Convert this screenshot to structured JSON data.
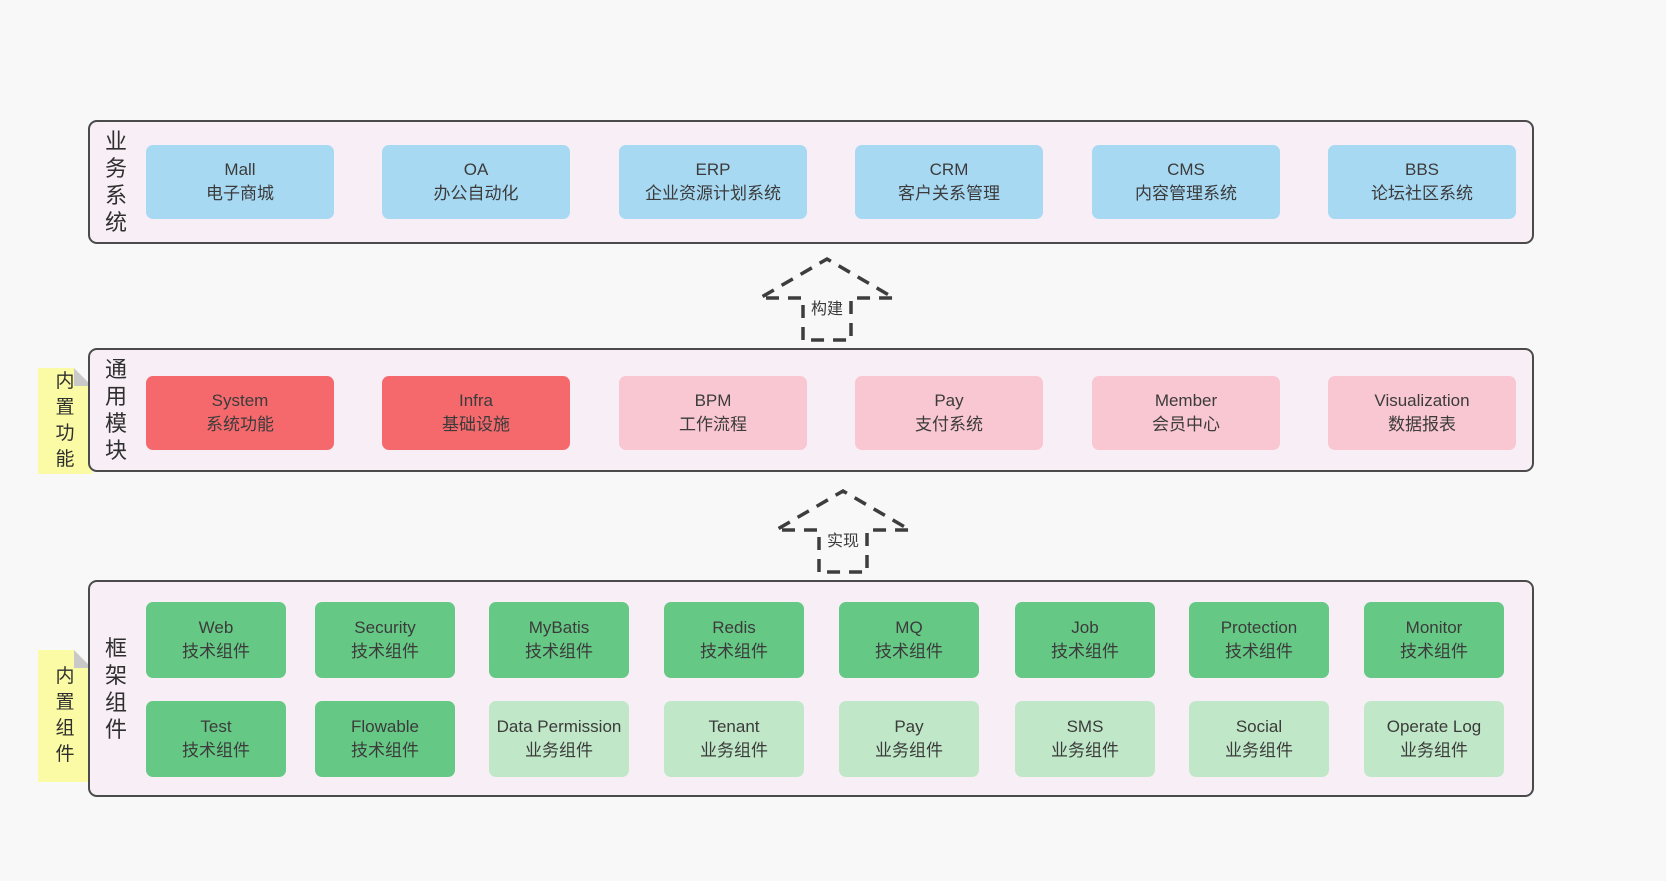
{
  "diagram": {
    "arrows": {
      "build": {
        "label": "构建"
      },
      "implement": {
        "label": "实现"
      }
    },
    "layers": {
      "business": {
        "side_label": "业务系统",
        "boxes": [
          {
            "title": "Mall",
            "subtitle": "电子商城"
          },
          {
            "title": "OA",
            "subtitle": "办公自动化"
          },
          {
            "title": "ERP",
            "subtitle": "企业资源计划系统"
          },
          {
            "title": "CRM",
            "subtitle": "客户关系管理"
          },
          {
            "title": "CMS",
            "subtitle": "内容管理系统"
          },
          {
            "title": "BBS",
            "subtitle": "论坛社区系统"
          }
        ]
      },
      "modules": {
        "side_label": "通用模块",
        "sticky_note": "内置功能",
        "boxes": [
          {
            "title": "System",
            "subtitle": "系统功能"
          },
          {
            "title": "Infra",
            "subtitle": "基础设施"
          },
          {
            "title": "BPM",
            "subtitle": "工作流程"
          },
          {
            "title": "Pay",
            "subtitle": "支付系统"
          },
          {
            "title": "Member",
            "subtitle": "会员中心"
          },
          {
            "title": "Visualization",
            "subtitle": "数据报表"
          }
        ]
      },
      "framework": {
        "side_label": "框架组件",
        "sticky_note": "内置组件",
        "row1": [
          {
            "title": "Web",
            "subtitle": "技术组件"
          },
          {
            "title": "Security",
            "subtitle": "技术组件"
          },
          {
            "title": "MyBatis",
            "subtitle": "技术组件"
          },
          {
            "title": "Redis",
            "subtitle": "技术组件"
          },
          {
            "title": "MQ",
            "subtitle": "技术组件"
          },
          {
            "title": "Job",
            "subtitle": "技术组件"
          },
          {
            "title": "Protection",
            "subtitle": "技术组件"
          },
          {
            "title": "Monitor",
            "subtitle": "技术组件"
          }
        ],
        "row2": [
          {
            "title": "Test",
            "subtitle": "技术组件"
          },
          {
            "title": "Flowable",
            "subtitle": "技术组件"
          },
          {
            "title": "Data Permission",
            "subtitle": "业务组件"
          },
          {
            "title": "Tenant",
            "subtitle": "业务组件"
          },
          {
            "title": "Pay",
            "subtitle": "业务组件"
          },
          {
            "title": "SMS",
            "subtitle": "业务组件"
          },
          {
            "title": "Social",
            "subtitle": "业务组件"
          },
          {
            "title": "Operate Log",
            "subtitle": "业务组件"
          }
        ]
      }
    },
    "colors": {
      "page_background": "#f8f8f8",
      "panel_fill": "#f8eef6",
      "panel_border": "#4b4b4b",
      "business_box": "#a8d9f3",
      "module_core_box": "#f5696d",
      "module_optional_box": "#f9c7d1",
      "framework_tech_box": "#66c885",
      "framework_biz_box": "#c0e8c8",
      "sticky_note": "#fbfba6"
    }
  }
}
